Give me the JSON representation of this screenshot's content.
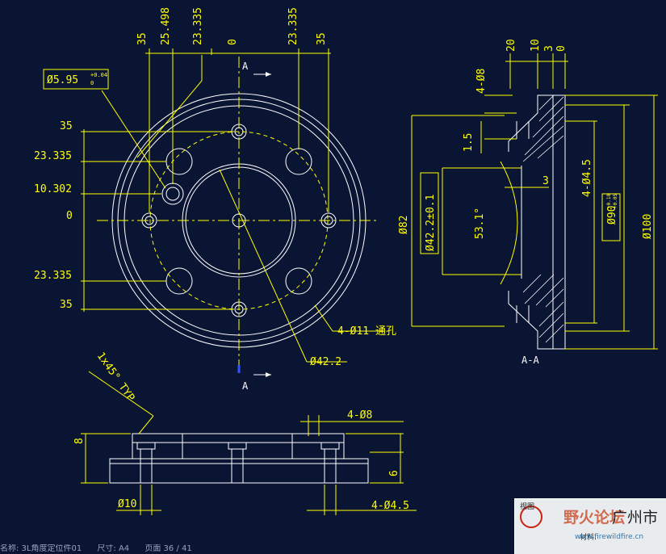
{
  "front_view": {
    "top_dims": [
      "35",
      "25.498",
      "23.335",
      "0",
      "23.335",
      "35"
    ],
    "left_dims": [
      "35",
      "23.335",
      "10.302",
      "0",
      "23.335",
      "35"
    ],
    "hole_tol": "Ø5.95",
    "tol_sup": "+0.04",
    "tol_sub": "0",
    "bolt_holes": "4-Ø11 通孔",
    "pcd": "Ø42.2",
    "section_mark": "A"
  },
  "section_view": {
    "top_dims": [
      "20",
      "10",
      "3",
      "0"
    ],
    "cbore_label": "4-Ø8",
    "depth_label": "1.5",
    "gap_label": "3",
    "angle_label": "53.1°",
    "bore_label": "Ø42.2±0.1",
    "outer_left": "Ø82",
    "holes_label": "4-Ø4.5",
    "boss_label": "Ø90",
    "boss_sup": "+0.10",
    "boss_sub": "+0.05",
    "outer_right": "Ø100",
    "title": "A-A"
  },
  "bottom_view": {
    "chamfer": "1x45° TYP",
    "height_left": "8",
    "height_right": "6",
    "cbore_label": "4-Ø8",
    "hole_label": "4-Ø4.5",
    "dia_label": "Ø10"
  },
  "title_block": {
    "view_label": "视图",
    "material_label": "材料:",
    "watermark": "野火论坛",
    "url": "www.firewildfire.cn",
    "city": "广州市"
  },
  "status_bar": {
    "name": "名称: 3L角度定位件01",
    "size": "尺寸: A4",
    "page": "页面 36 / 41"
  }
}
